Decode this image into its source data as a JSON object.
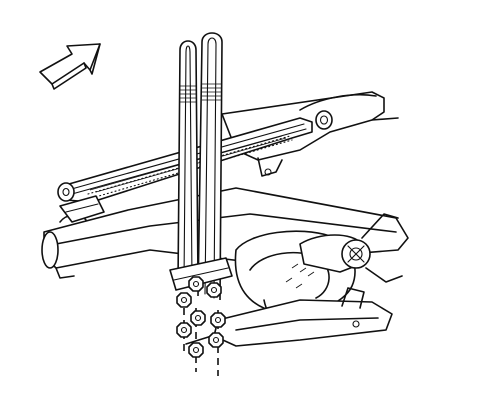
{
  "figure": {
    "kind": "exploded assembly illustration",
    "icons": {
      "direction": "front-direction-arrow-icon"
    },
    "parts": [
      "leaf-spring",
      "axle-housing",
      "differential",
      "u-bolts",
      "nuts",
      "frame-rail"
    ]
  }
}
